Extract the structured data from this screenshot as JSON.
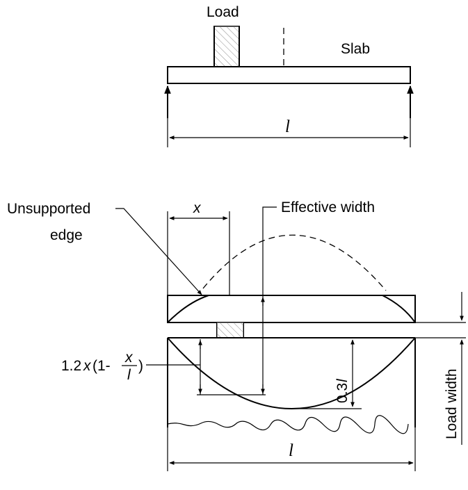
{
  "labels": {
    "load": "Load",
    "slab": "Slab",
    "span_top": "l",
    "span_bottom": "l",
    "x": "x",
    "effective_width": "Effective width",
    "unsupported_1": "Unsupported",
    "unsupported_2": "edge",
    "formula_a": "1.2",
    "formula_x": "x",
    "formula_b": "(1-",
    "formula_num": "x",
    "formula_den": "l",
    "formula_c": ")",
    "fraction": "0.3",
    "fraction_l": "l",
    "load_width": "Load width"
  }
}
